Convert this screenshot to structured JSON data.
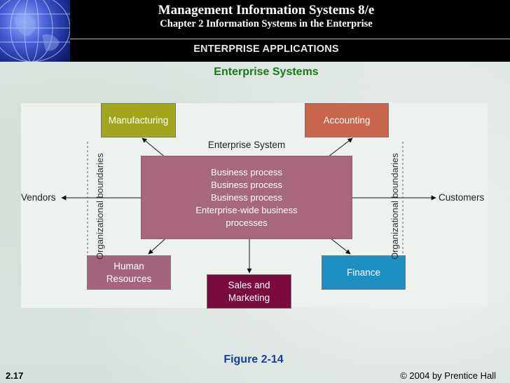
{
  "header": {
    "title": "Management Information Systems 8/e",
    "subtitle": "Chapter 2 Information Systems in the Enterprise"
  },
  "section_title": "ENTERPRISE APPLICATIONS",
  "page_title": "Enterprise Systems",
  "diagram": {
    "enterprise_system_label": "Enterprise System",
    "process_lines": [
      "Business process",
      "Business process",
      "Business process",
      "Enterprise-wide business",
      "processes"
    ],
    "boxes": {
      "manufacturing": "Manufacturing",
      "accounting": "Accounting",
      "human_resources": [
        "Human",
        "Resources"
      ],
      "sales_marketing": [
        "Sales and",
        "Marketing"
      ],
      "finance": "Finance"
    },
    "vendors": "Vendors",
    "customers": "Customers",
    "org_boundary_label": "Organizational boundaries",
    "colors": {
      "manufacturing": "#a2a61c",
      "accounting": "#c8654a",
      "human_resources": "#a5647d",
      "sales_marketing": "#7b0a3e",
      "finance": "#1f8fc2",
      "enterprise_system": "#a9677f"
    }
  },
  "figure_caption": "Figure 2-14",
  "footer": {
    "slide_number": "2.17",
    "copyright": "© 2004 by Prentice Hall"
  }
}
